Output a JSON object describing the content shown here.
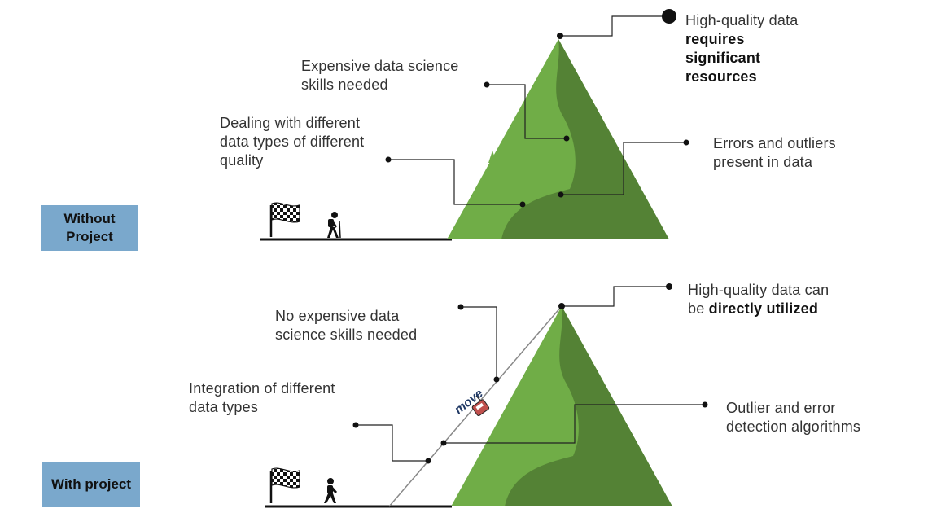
{
  "rows": {
    "without": {
      "label": "Without Project",
      "annotations": {
        "top": {
          "pre": "High-quality data ",
          "bold": "requires significant resources"
        },
        "skills": "Expensive data science skills needed",
        "types": "Dealing with different data types of different quality",
        "errors": "Errors and outliers present in data"
      }
    },
    "with": {
      "label": "With project",
      "annotations": {
        "top": {
          "pre": "High-quality data can be ",
          "bold": "directly utilized"
        },
        "skills": "No expensive data science skills needed",
        "types": "Integration of different data types",
        "errors": "Outlier and error detection algorithms"
      },
      "cable_car_logo": "move"
    }
  },
  "colors": {
    "mountain_light": "#70ad47",
    "mountain_dark": "#548235",
    "label_box": "#7aa8cc",
    "cable_car": "#c0504d",
    "logo": "#1f3864"
  },
  "icons": [
    "checkered-flag-icon",
    "hiker-icon",
    "cable-car-icon"
  ]
}
